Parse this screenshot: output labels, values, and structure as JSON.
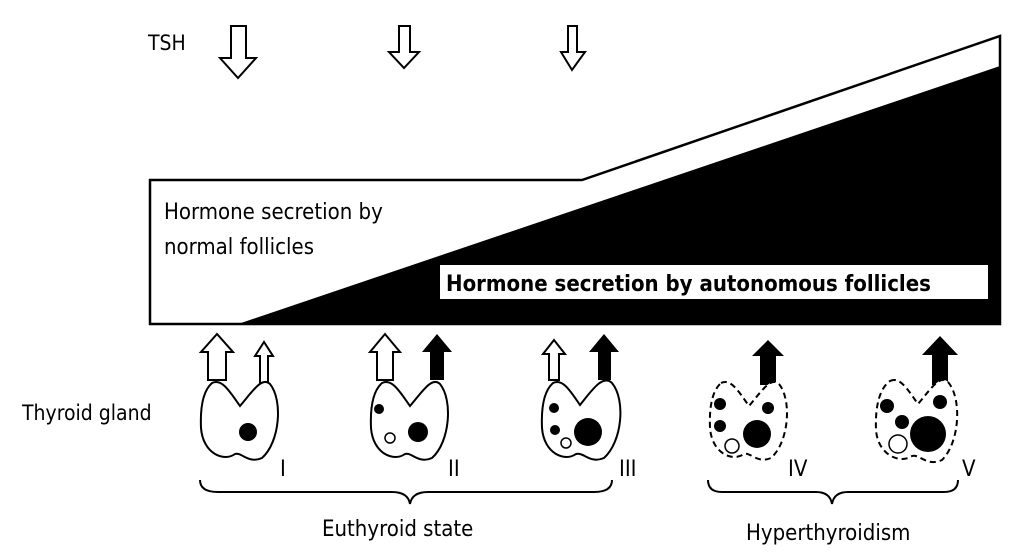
{
  "labels": {
    "tsh": "TSH",
    "normal_secretion_line1": "Hormone secretion by",
    "normal_secretion_line2": "normal follicles",
    "autonomous_secretion": "Hormone secretion by autonomous follicles",
    "thyroid_gland": "Thyroid gland",
    "euthyroid_state": "Euthyroid state",
    "hyperthyroidism": "Hyperthyroidism"
  },
  "stages": [
    {
      "numeral": "I"
    },
    {
      "numeral": "II"
    },
    {
      "numeral": "III"
    },
    {
      "numeral": "IV"
    },
    {
      "numeral": "V"
    }
  ],
  "colors": {
    "ink": "#000000",
    "paper": "#ffffff"
  }
}
